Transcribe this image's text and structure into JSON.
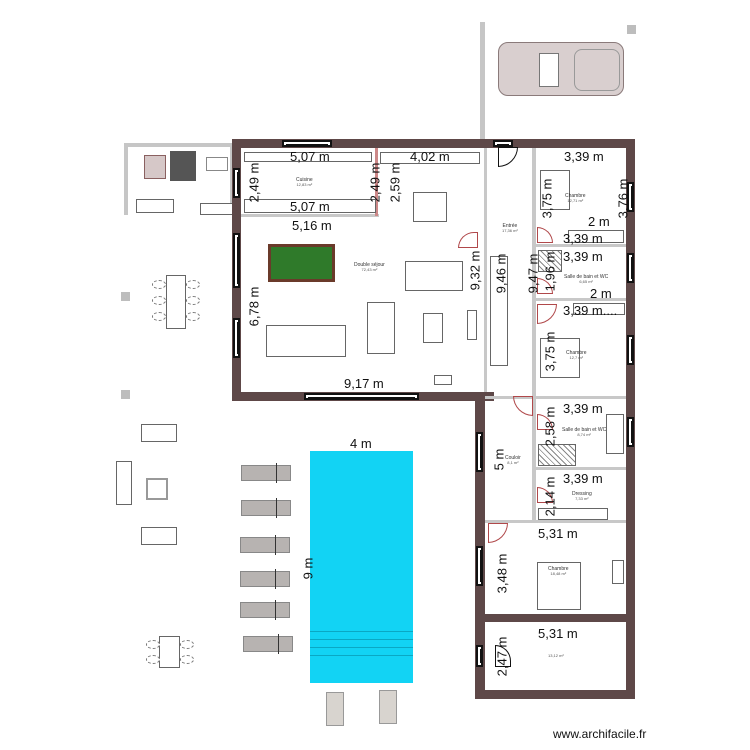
{
  "app": {
    "watermark": "www.archifacile.fr"
  },
  "colors": {
    "wall": "#5e4848",
    "pool": "#12d3f4",
    "billiard": "#2f7a2a",
    "door": "#b0484a",
    "lounger": "#b7b3b1"
  },
  "rooms": [
    {
      "name": "Cuisine",
      "area": "12,83 m²"
    },
    {
      "name": "Double séjour",
      "area": "72,43 m²"
    },
    {
      "name": "Entrée",
      "area": "17,36 m²"
    },
    {
      "name": "Chambre",
      "area": "12,71 m²"
    },
    {
      "name": "Salle de bain et WC",
      "area": "6,65 m²"
    },
    {
      "name": "Chambre",
      "area": "12,7 m²"
    },
    {
      "name": "Salle de bain et WC",
      "area": "8,74 m²"
    },
    {
      "name": "Couloir",
      "area": "8,1 m²"
    },
    {
      "name": "Dressing",
      "area": "7,33 m²"
    },
    {
      "name": "Chambre",
      "area": "18,48 m²"
    },
    {
      "name": "",
      "area": "13,12 m²"
    }
  ],
  "dimensions": {
    "kitchen_top": "5,07 m",
    "kitchen_bottom": "5,07 m",
    "kitchen_left": "2,49 m",
    "kitchen_right": "2,49 m",
    "kitchen_side": "2,59 m",
    "salon_top_right": "4,02 m",
    "salon_width": "5,16 m",
    "salon_height": "6,78 m",
    "salon_bottom": "9,17 m",
    "salon_right": "9,32 m",
    "entry_left": "9,46 m",
    "entry_right": "9,47 m",
    "ch1_width": "3,39 m",
    "ch1_height_a": "3,75 m",
    "ch1_height_b": "3,76 m",
    "ch1_inner": "2 m",
    "ch1_bottom": "3,39 m",
    "sdb1_width": "3,39 m",
    "sdb1_height": "1,96 m",
    "sdb1_inner": "2 m",
    "ch2_width": "3,39 m....",
    "ch2_height": "3,75 m",
    "sdb2_width": "3,39 m",
    "sdb2_height": "2,58 m",
    "dressing_width": "3,39 m",
    "dressing_height": "2,14 m",
    "couloir_height": "5 m",
    "ch3_width": "5,31 m",
    "ch3_height": "3,48 m",
    "last_width": "5,31 m",
    "last_height": "2,47 m",
    "pool_width": "4 m",
    "pool_length": "9 m"
  }
}
